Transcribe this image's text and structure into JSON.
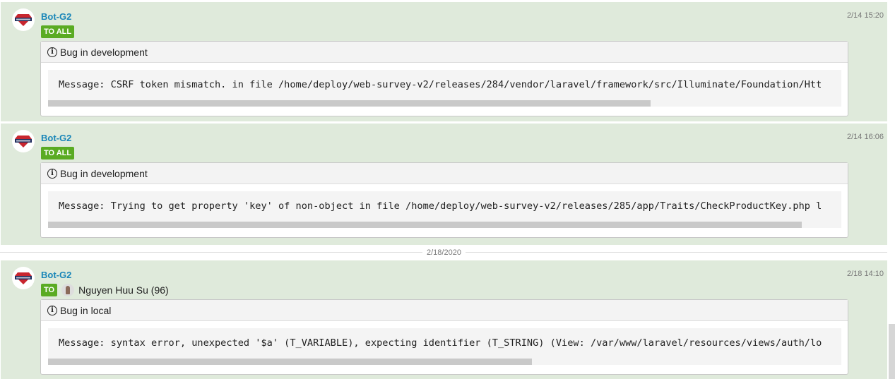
{
  "messages": [
    {
      "sender": "Bot-G2",
      "time": "2/14 15:20",
      "badge": "TO ALL",
      "title": "Bug in development",
      "message": "Message: CSRF token mismatch. in file /home/deploy/web-survey-v2/releases/284/vendor/laravel/framework/src/Illuminate/Foundation/Htt",
      "scroll_fraction": 0.76
    },
    {
      "sender": "Bot-G2",
      "time": "2/14 16:06",
      "badge": "TO ALL",
      "title": "Bug in development",
      "message": "Message: Trying to get property 'key' of non-object in file /home/deploy/web-survey-v2/releases/285/app/Traits/CheckProductKey.php l",
      "scroll_fraction": 0.95
    },
    {
      "sender": "Bot-G2",
      "time": "2/18 14:10",
      "badge": "TO",
      "recipient": "Nguyen Huu Su (96)",
      "title": "Bug in local",
      "message": "Message: syntax error, unexpected '$a' (T_VARIABLE), expecting identifier (T_STRING) (View: /var/www/laravel/resources/views/auth/lo",
      "scroll_fraction": 0.61
    }
  ],
  "date_separator": "2/18/2020"
}
